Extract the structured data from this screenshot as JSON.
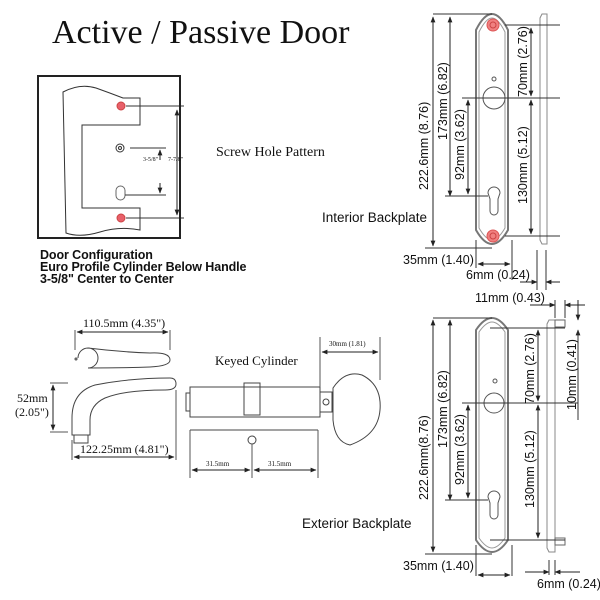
{
  "title": "Active / Passive Door",
  "screw_hole_pattern": {
    "label": "Screw Hole Pattern",
    "outer_spacing": "7-7/8\"",
    "inner_spacing": "3-5/8\"",
    "marker_color": "#e8606a"
  },
  "door_configuration": {
    "lines": [
      "Door Configuration",
      "Euro Profile Cylinder Below Handle",
      "3-5/8\" Center to Center"
    ]
  },
  "interior_backplate": {
    "label": "Interior Backplate",
    "dims": {
      "overall_height": "222.6mm (8.76)",
      "screw_to_handle_outer": "173mm (6.82)",
      "handle_to_cylinder": "92mm (3.62)",
      "top_screw_to_handle": "70mm (2.76)",
      "handle_to_bottom_screw": "130mm (5.12)",
      "width": "35mm (1.40)",
      "thickness": "6mm (0.24)"
    }
  },
  "exterior_backplate": {
    "label": "Exterior Backplate",
    "dims": {
      "overall_height": "222.6mm(8.76)",
      "screw_to_handle_outer": "173mm (6.82)",
      "handle_to_cylinder": "92mm (3.62)",
      "top_screw_to_handle": "70mm (2.76)",
      "handle_to_bottom_screw": "130mm (5.12)",
      "width": "35mm (1.40)",
      "thickness": "6mm (0.24)",
      "post_depth": "11mm (0.43)",
      "post_diameter": "10mm (0.41)"
    }
  },
  "handle": {
    "top_length": "110.5mm (4.35\")",
    "height_mm": "52mm",
    "height_in": "(2.05\")",
    "side_length": "122.25mm (4.81\")"
  },
  "keyed_cylinder": {
    "label": "Keyed Cylinder",
    "thumb_turn": "30mm (1.81)",
    "left_half": "31.5mm",
    "right_half": "31.5mm"
  }
}
